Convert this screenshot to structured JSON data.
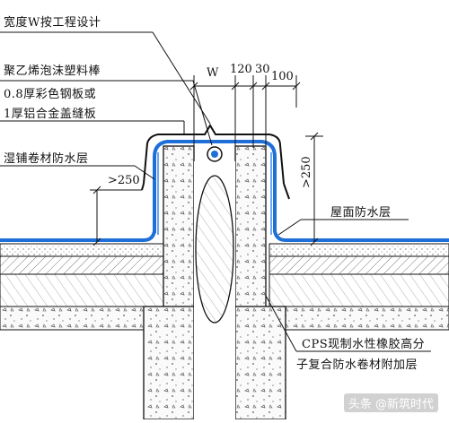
{
  "labels": {
    "design": "宽度W按工程设计",
    "foam_rod": "聚乙烯泡沫塑料棒",
    "cover_1": "0.8厚彩色钢板或",
    "cover_2": "1厚铝合金盖缝板",
    "wet_membrane": "湿铺卷材防水层",
    "roof_waterproof": "屋面防水层",
    "cps_1": "CPS现制水性橡胶高分",
    "cps_2": "子复合防水卷材附加层"
  },
  "dimensions": {
    "w": "W",
    "d120": "120",
    "d30": "30",
    "d100": "100",
    "left_height": ">250",
    "right_height": ">250"
  },
  "watermark": "头条 @新筑时代",
  "colors": {
    "membrane_blue": "#1e6fd8",
    "line": "#111111",
    "concrete_fill": "#f4f4f4"
  }
}
